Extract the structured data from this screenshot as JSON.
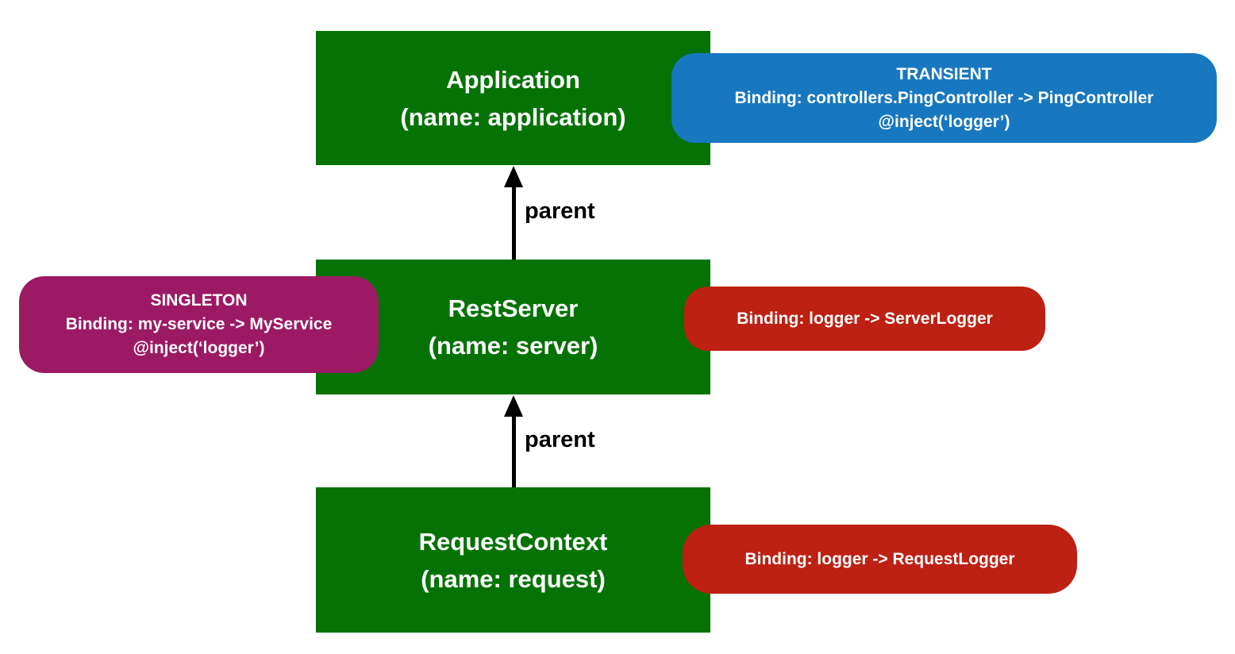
{
  "canvas": {
    "background": "#ffffff"
  },
  "colors": {
    "context_box": "#047204",
    "transient_badge": "#1878bf",
    "singleton_badge": "#9c1a64",
    "binding_badge": "#bc2113",
    "arrow": "#000000",
    "text": "#ffffff"
  },
  "nodes": {
    "application": {
      "title": "Application",
      "subtitle": "(name: application)"
    },
    "rest_server": {
      "title": "RestServer",
      "subtitle": "(name: server)"
    },
    "request_context": {
      "title": "RequestContext",
      "subtitle": "(name: request)"
    }
  },
  "badges": {
    "transient": {
      "scope": "TRANSIENT",
      "binding": "Binding: controllers.PingController -> PingController",
      "inject": "@inject(‘logger’)"
    },
    "singleton": {
      "scope": "SINGLETON",
      "binding": "Binding: my-service -> MyService",
      "inject": "@inject(‘logger’)"
    },
    "server_logger": {
      "binding": "Binding: logger -> ServerLogger"
    },
    "request_logger": {
      "binding": "Binding: logger -> RequestLogger"
    }
  },
  "edges": {
    "server_to_app": {
      "label": "parent"
    },
    "request_to_server": {
      "label": "parent"
    }
  }
}
